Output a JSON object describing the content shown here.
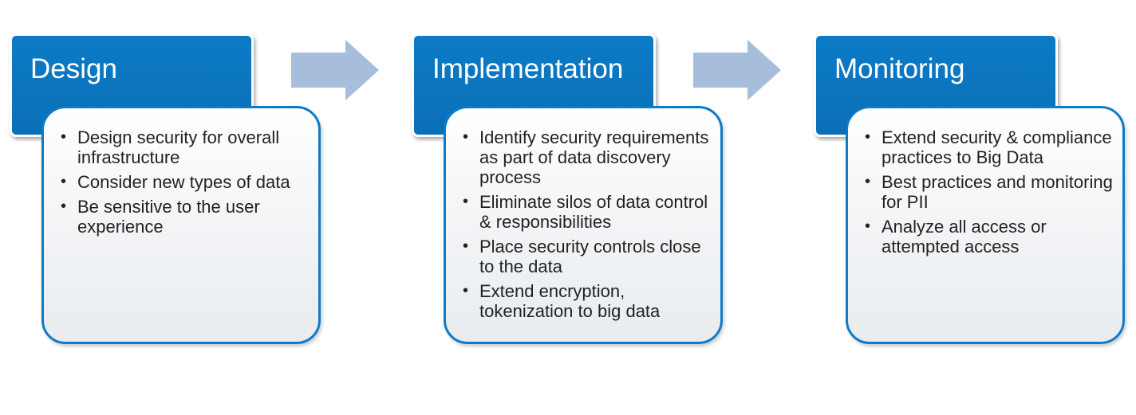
{
  "colors": {
    "header_fill": "#0b74bd",
    "header_border": "#ffffff",
    "content_border": "#0d7bc6",
    "arrow_fill": "#a7bddc",
    "text": "#222222"
  },
  "stages": [
    {
      "title": "Design",
      "items": [
        "Design security for overall infrastructure",
        "Consider new types of data",
        "Be sensitive to the user experience"
      ]
    },
    {
      "title": "Implementation",
      "items": [
        "Identify security requirements as part of data discovery process",
        "Eliminate silos of data control & responsibilities",
        "Place security controls close to the data",
        "Extend encryption, tokenization to big data"
      ]
    },
    {
      "title": "Monitoring",
      "items": [
        "Extend security & compliance practices to Big Data",
        "Best practices and monitoring for PII",
        "Analyze all access or attempted access"
      ]
    }
  ]
}
